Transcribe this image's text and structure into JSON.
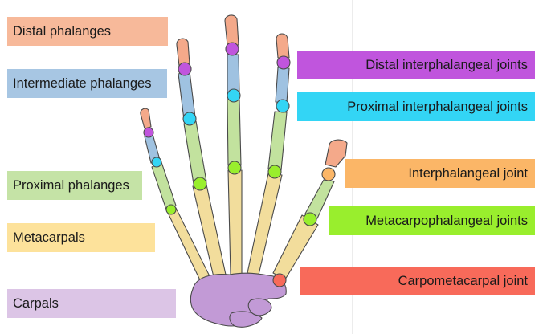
{
  "labels": {
    "distal_phalanges": "Distal phalanges",
    "intermediate_phalanges": "Intermediate phalanges",
    "proximal_phalanges": "Proximal phalanges",
    "metacarpals": "Metacarpals",
    "carpals": "Carpals",
    "distal_interphalangeal_joints": "Distal interphalangeal joints",
    "proximal_interphalangeal_joints": "Proximal interphalangeal joints",
    "interphalangeal_joint": "Interphalangeal joint",
    "metacarpophalangeal_joints": "Metacarpophalangeal joints",
    "carpometacarpal_joint": "Carpometacarpal joint"
  },
  "colors": {
    "distal_phalanges": "#f7b99a",
    "intermediate_phalanges": "#a7c6e3",
    "proximal_phalanges": "#c5e3a6",
    "metacarpals": "#fde29b",
    "carpals": "#dcc5e6",
    "distal_interphalangeal_joints": "#c055dd",
    "proximal_interphalangeal_joints": "#33d5f5",
    "interphalangeal_joint": "#fbb667",
    "metacarpophalangeal_joints": "#99ee2d",
    "carpometacarpal_joint": "#f86a5a",
    "carpal_bones": "#c29ad6",
    "metacarpal_bones": "#f2dd9c",
    "proximal_bones": "#c2e29e",
    "intermediate_bones": "#9fc2e1",
    "distal_bones": "#f4a98a"
  }
}
